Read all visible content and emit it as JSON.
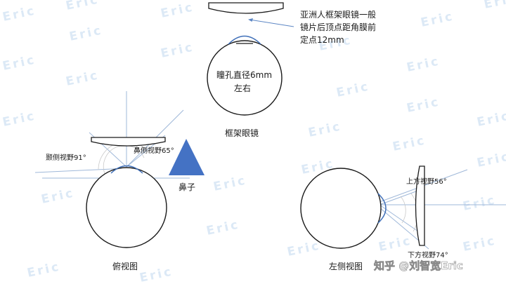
{
  "watermark": {
    "text": "Eric",
    "color": "#dce9f6"
  },
  "diagram_top": {
    "annotation_lines": [
      "亚洲人框架眼镜一般",
      "镜片后顶点距角膜前",
      "定点12mm"
    ],
    "pupil_lines": [
      "瞳孔直径6mm",
      "左右"
    ],
    "caption": "框架眼镜"
  },
  "diagram_left": {
    "temporal_label": "颞侧视野91°",
    "nasal_label": "鼻侧视野65°",
    "nose_label": "鼻子",
    "caption": "俯视图",
    "nose_color": "#4472c4"
  },
  "diagram_right": {
    "upper_label": "上方视野56°",
    "lower_label": "下方视野74°",
    "caption": "左侧视图"
  },
  "credit": {
    "text": "知乎 @刘智宽Eric"
  },
  "colors": {
    "cornea": "#3f6fb8",
    "rays": "#9fb8d9",
    "outline": "#1a1a1a"
  }
}
